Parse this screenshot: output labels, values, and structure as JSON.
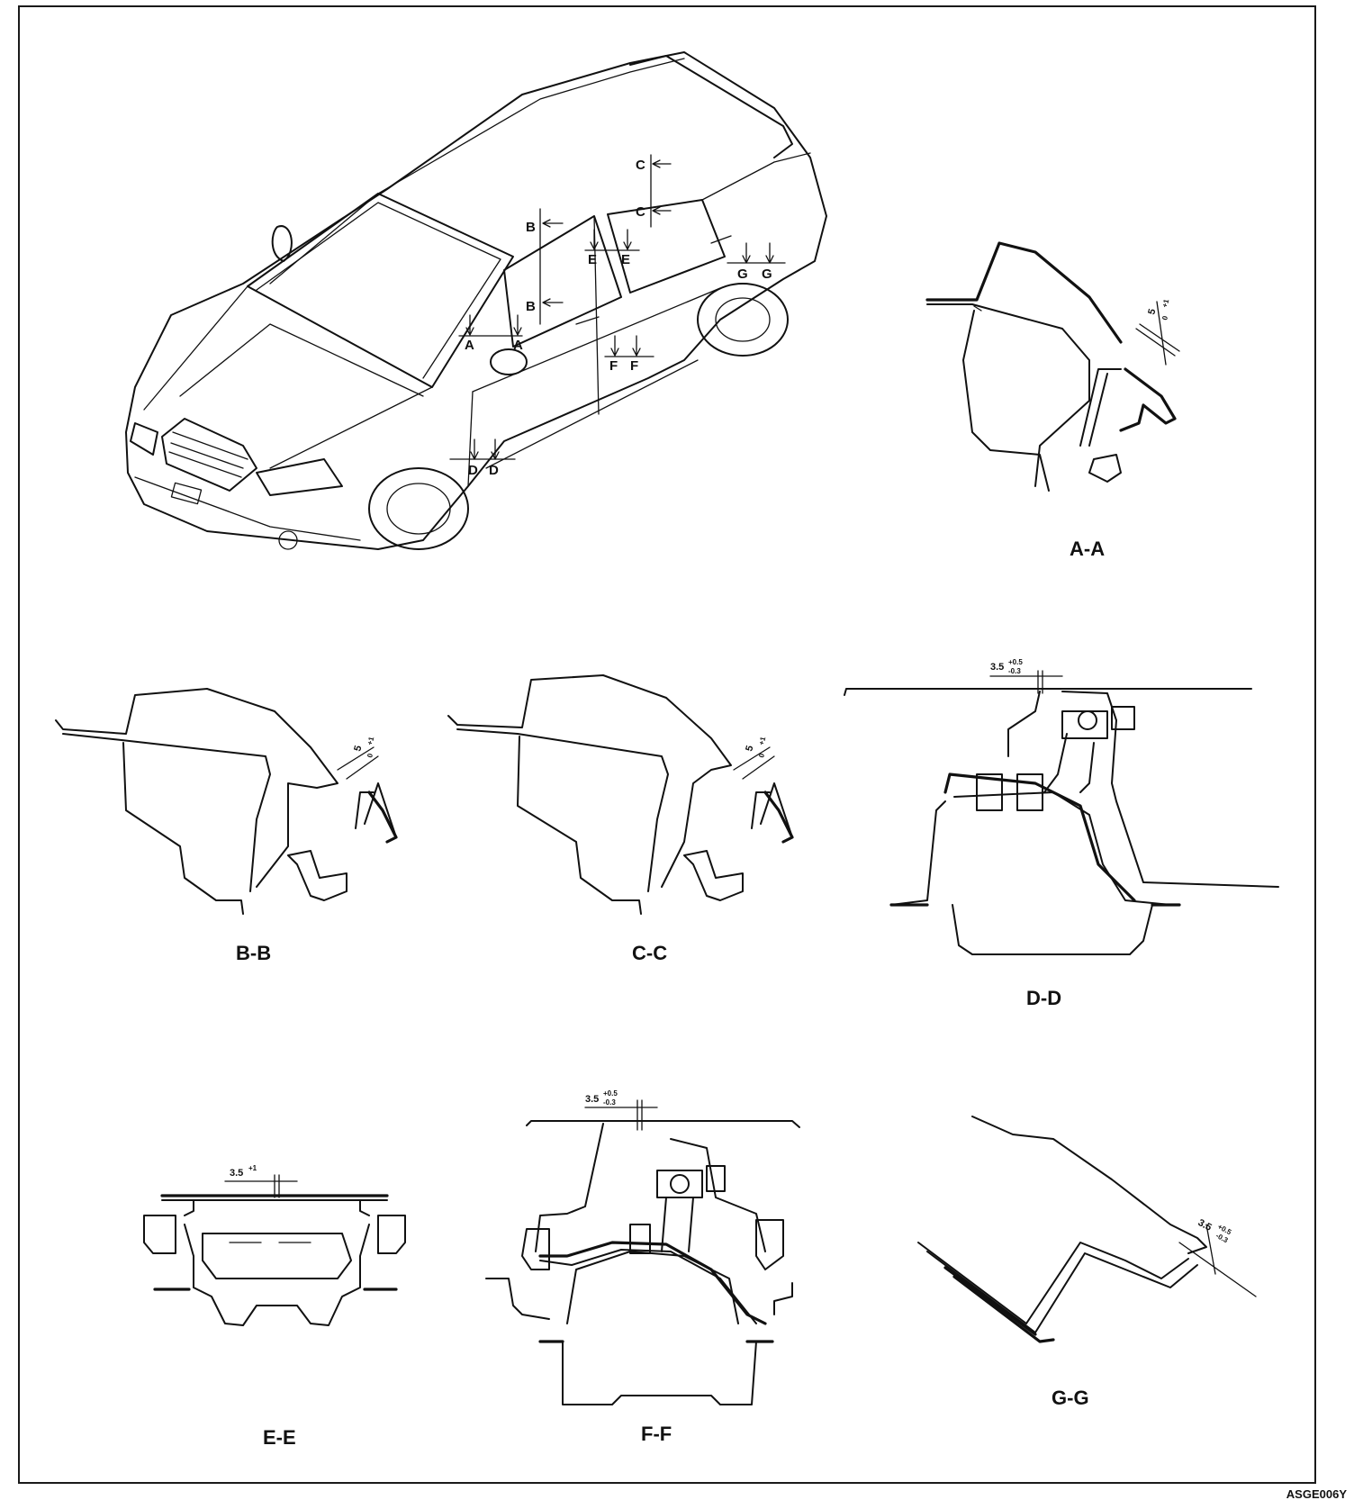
{
  "document": {
    "drawing_code": "ASGE006Y"
  },
  "overview": {
    "callouts": {
      "A": "A",
      "B": "B",
      "C": "C",
      "D": "D",
      "E": "E",
      "F": "F",
      "G": "G"
    }
  },
  "sections": {
    "aa": {
      "title": "A-A",
      "dim": "5",
      "dim_tol": "0",
      "dim_tol2": "+1"
    },
    "bb": {
      "title": "B-B",
      "dim": "5",
      "dim_tol": "0",
      "dim_tol2": "+1"
    },
    "cc": {
      "title": "C-C",
      "dim": "5",
      "dim_tol": "0",
      "dim_tol2": "+1"
    },
    "dd": {
      "title": "D-D",
      "dim": "3.5",
      "dim_tol_plus": "+0.5",
      "dim_tol_minus": "-0.3"
    },
    "ee": {
      "title": "E-E",
      "dim": "3.5",
      "dim_tol_plus": "+1"
    },
    "ff": {
      "title": "F-F",
      "dim": "3.5",
      "dim_tol_plus": "+0.5",
      "dim_tol_minus": "-0.3"
    },
    "gg": {
      "title": "G-G",
      "dim": "3.5",
      "dim_tol_plus": "+0.5",
      "dim_tol_minus": "-0.3"
    }
  }
}
